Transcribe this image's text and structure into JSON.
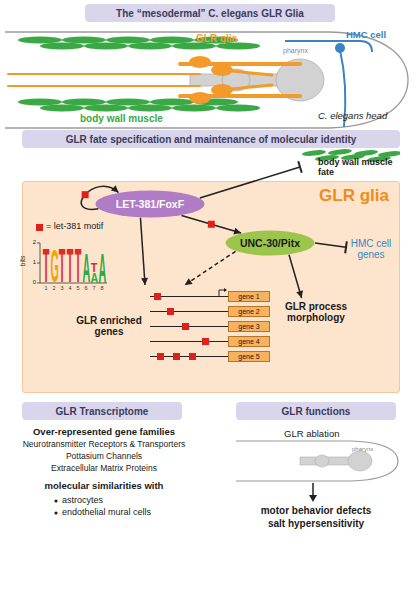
{
  "diagram": {
    "nodes": [
      {
        "text": [
          "The “mesodermal” C. elegans GLR Glia"
        ]
      },
      {
        "text": [
          "GLR fate specification and maintenance of molecular identity"
        ]
      },
      {
        "text": [
          "body wall muscle fate"
        ]
      },
      {
        "text": [
          "GLR glia"
        ]
      },
      {
        "text": [
          "LET-381/FoxF"
        ],
        "in": 3
      },
      {
        "text": [
          "UNC-30/Pitx"
        ],
        "in": 3
      },
      {
        "text": [
          "HMC cell genes"
        ],
        "in": 3
      },
      {
        "text": [
          "GLR enriched genes"
        ],
        "in": 3
      },
      {
        "text": [
          "gene 1"
        ],
        "in": 7
      },
      {
        "text": [
          "gene 2"
        ],
        "in": 7
      },
      {
        "text": [
          "gene 3"
        ],
        "in": 7
      },
      {
        "text": [
          "gene 4"
        ],
        "in": 7
      },
      {
        "text": [
          "gene 5"
        ],
        "in": 7
      },
      {
        "text": [
          "GLR process morphology"
        ],
        "in": 3
      },
      {
        "text": [
          "GLR Transcriptome"
        ]
      },
      {
        "text": [
          "GLR functions"
        ]
      }
    ],
    "edges": [
      {
        "from": 4,
        "to": 4,
        "arrow": "to"
      },
      {
        "from": 4,
        "to": 2,
        "arrow": "to"
      },
      {
        "from": 4,
        "to": 5,
        "arrow": "to"
      },
      {
        "from": 4,
        "to": 7,
        "arrow": "to"
      },
      {
        "from": 5,
        "to": 7,
        "arrow": "to"
      },
      {
        "from": 5,
        "to": 6,
        "arrow": "to"
      },
      {
        "from": 5,
        "to": 13,
        "arrow": "to"
      }
    ],
    "labels": [
      "GLR glia",
      "HMC cell",
      "pharynx",
      "body wall muscle",
      "C. elegans head",
      "bits",
      "2",
      "1",
      "0",
      "T",
      "G",
      "T",
      "T",
      "T",
      "A",
      "T",
      "A",
      "A",
      "1",
      "2",
      "3",
      "4",
      "5",
      "6",
      "7",
      "8",
      "Over-represented gene families",
      "Neurotransmitter Receptors & Transporters",
      "Pottasium Channels",
      "Extracellular Matrix Proteins",
      "molecular similarities with",
      "astrocytes",
      "endothelial mural cells",
      "GLR ablation",
      "pharynx",
      "motor behavior defects",
      "salt hypersensitivity"
    ],
    "legend": [
      {
        "text": "= let-381 motif",
        "color": "#e0201b"
      }
    ]
  }
}
